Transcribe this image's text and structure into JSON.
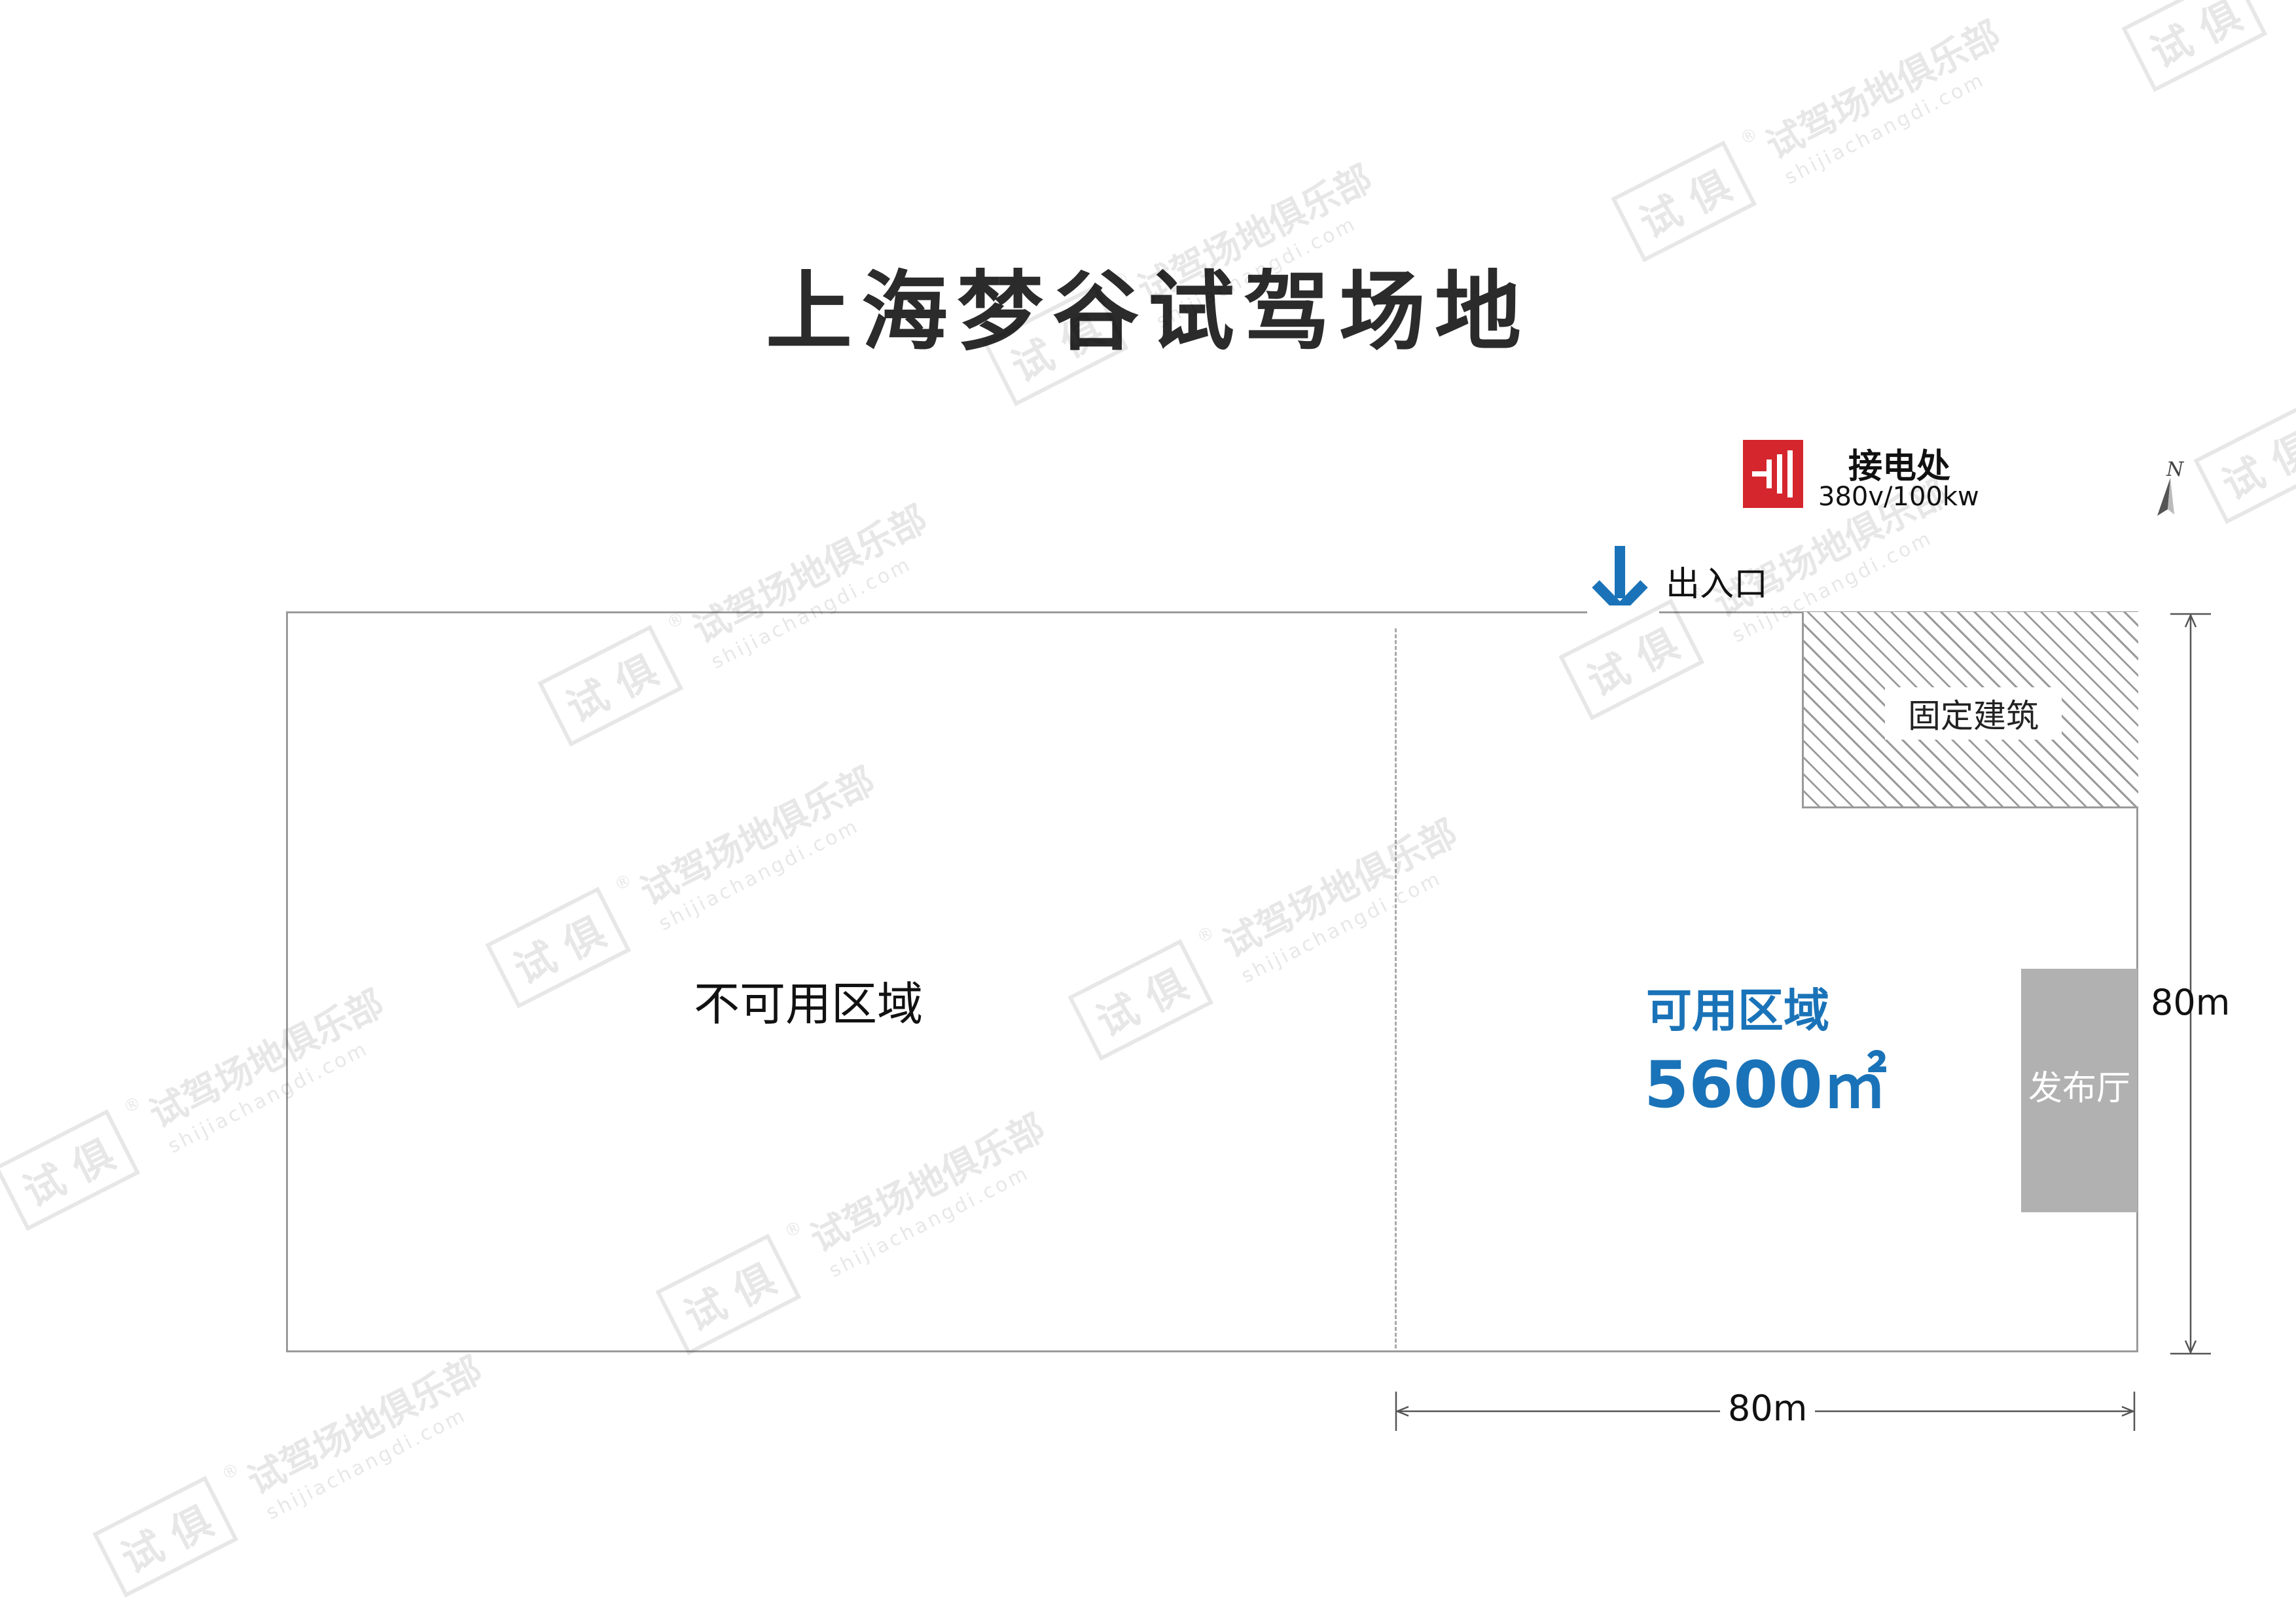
{
  "title": "上海梦谷试驾场地",
  "power": {
    "title": "接电处",
    "spec": "380v/100kw",
    "icon": "power-outlet-icon",
    "color": "#d4262c"
  },
  "entrance": {
    "label": "出入口",
    "icon": "arrow-down-icon",
    "color": "#1a73b8"
  },
  "compass": {
    "label": "N",
    "icon": "north-arrow-icon"
  },
  "zones": {
    "unusable": "不可用区域",
    "usable": "可用区域",
    "usable_area": "5600㎡",
    "building": "固定建筑",
    "hall": "发布厅"
  },
  "dimensions": {
    "height": "80m",
    "width": "80m"
  },
  "watermark": {
    "text": "试驾场地俱乐部",
    "url": "shijiachangdi.com",
    "badge": "试 俱",
    "mark": "®"
  }
}
